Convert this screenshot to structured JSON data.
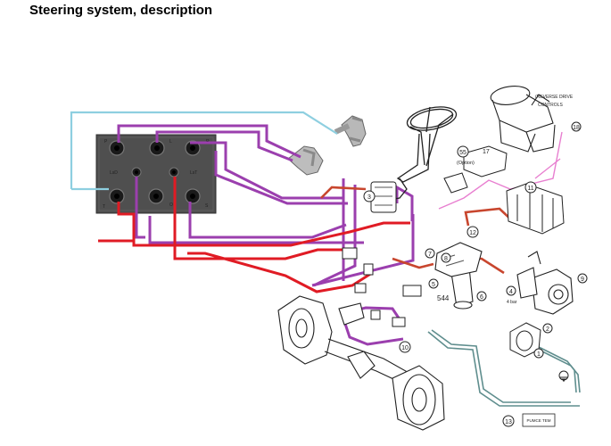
{
  "page": {
    "title": "Steering system, description"
  },
  "colors": {
    "pressure": "#e01b24",
    "return": "#9b3fae",
    "load_sense": "#8ecfe0",
    "grey_line": "#5f8e8e",
    "block": "#4f4f4f",
    "port": "#1a1a1a"
  },
  "valve_block": {
    "ports": {
      "p": "P",
      "l": "L",
      "r": "R",
      "lsd": "LsD",
      "lst": "LsT",
      "t": "T",
      "o": "O",
      "d": "D",
      "s": "S"
    }
  },
  "callouts": {
    "n1": "1",
    "n2": "2",
    "n3": "3",
    "n4": "4",
    "n5": "5",
    "n6": "6",
    "n7": "7",
    "n8": "8",
    "n9": "9",
    "n10": "10",
    "n11": "11",
    "n12": "12",
    "n13": "13",
    "n18": "18",
    "n55": "55",
    "n17": "17",
    "n544": "544"
  },
  "texts": {
    "option": "(Option)",
    "reverse_drive_line1": "(REVERSE DRIVE",
    "reverse_drive_line2": "CONTROLS",
    "pressure_tag": "4 bar",
    "tag_13": "PUMCE TEM"
  },
  "icons": [
    "steering-wheel-icon",
    "reverse-drive-seat-icon",
    "axle-icon",
    "pump-icon",
    "filter-icon",
    "ground-icon"
  ]
}
